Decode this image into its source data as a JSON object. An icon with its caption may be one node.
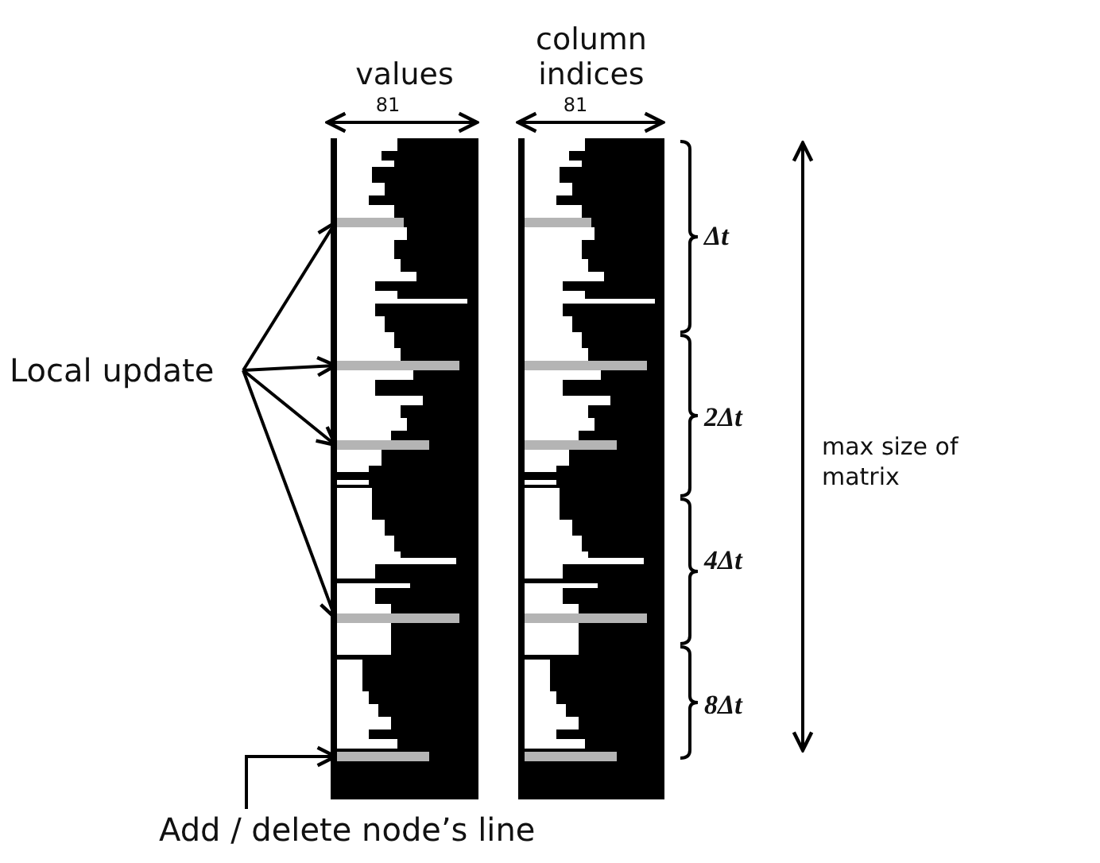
{
  "diagram": {
    "nodes": [
      {
        "text": [
          "values"
        ]
      },
      {
        "text": [
          "column indices"
        ]
      },
      {
        "text": [],
        "shape": "bar",
        "in": 0
      },
      {
        "text": [],
        "shape": "bar",
        "in": 0
      },
      {
        "text": [],
        "shape": "bar",
        "in": 0
      },
      {
        "text": [],
        "shape": "bar",
        "in": 0
      },
      {
        "text": [],
        "shape": "bar",
        "in": 0
      },
      {
        "text": [
          "Local update"
        ]
      },
      {
        "text": [
          "Add / delete node’s line"
        ]
      }
    ],
    "edges": [
      {
        "from": 7,
        "to": 2,
        "arrow": "to"
      },
      {
        "from": 7,
        "to": 3,
        "arrow": "to"
      },
      {
        "from": 7,
        "to": 4,
        "arrow": "to"
      },
      {
        "from": 7,
        "to": 5,
        "arrow": "to"
      },
      {
        "from": 8,
        "to": 6,
        "arrow": "to"
      }
    ],
    "labels": [
      "81",
      "81",
      "Δt",
      "2Δt",
      "4Δt",
      "8Δt",
      "max size of matrix"
    ]
  }
}
